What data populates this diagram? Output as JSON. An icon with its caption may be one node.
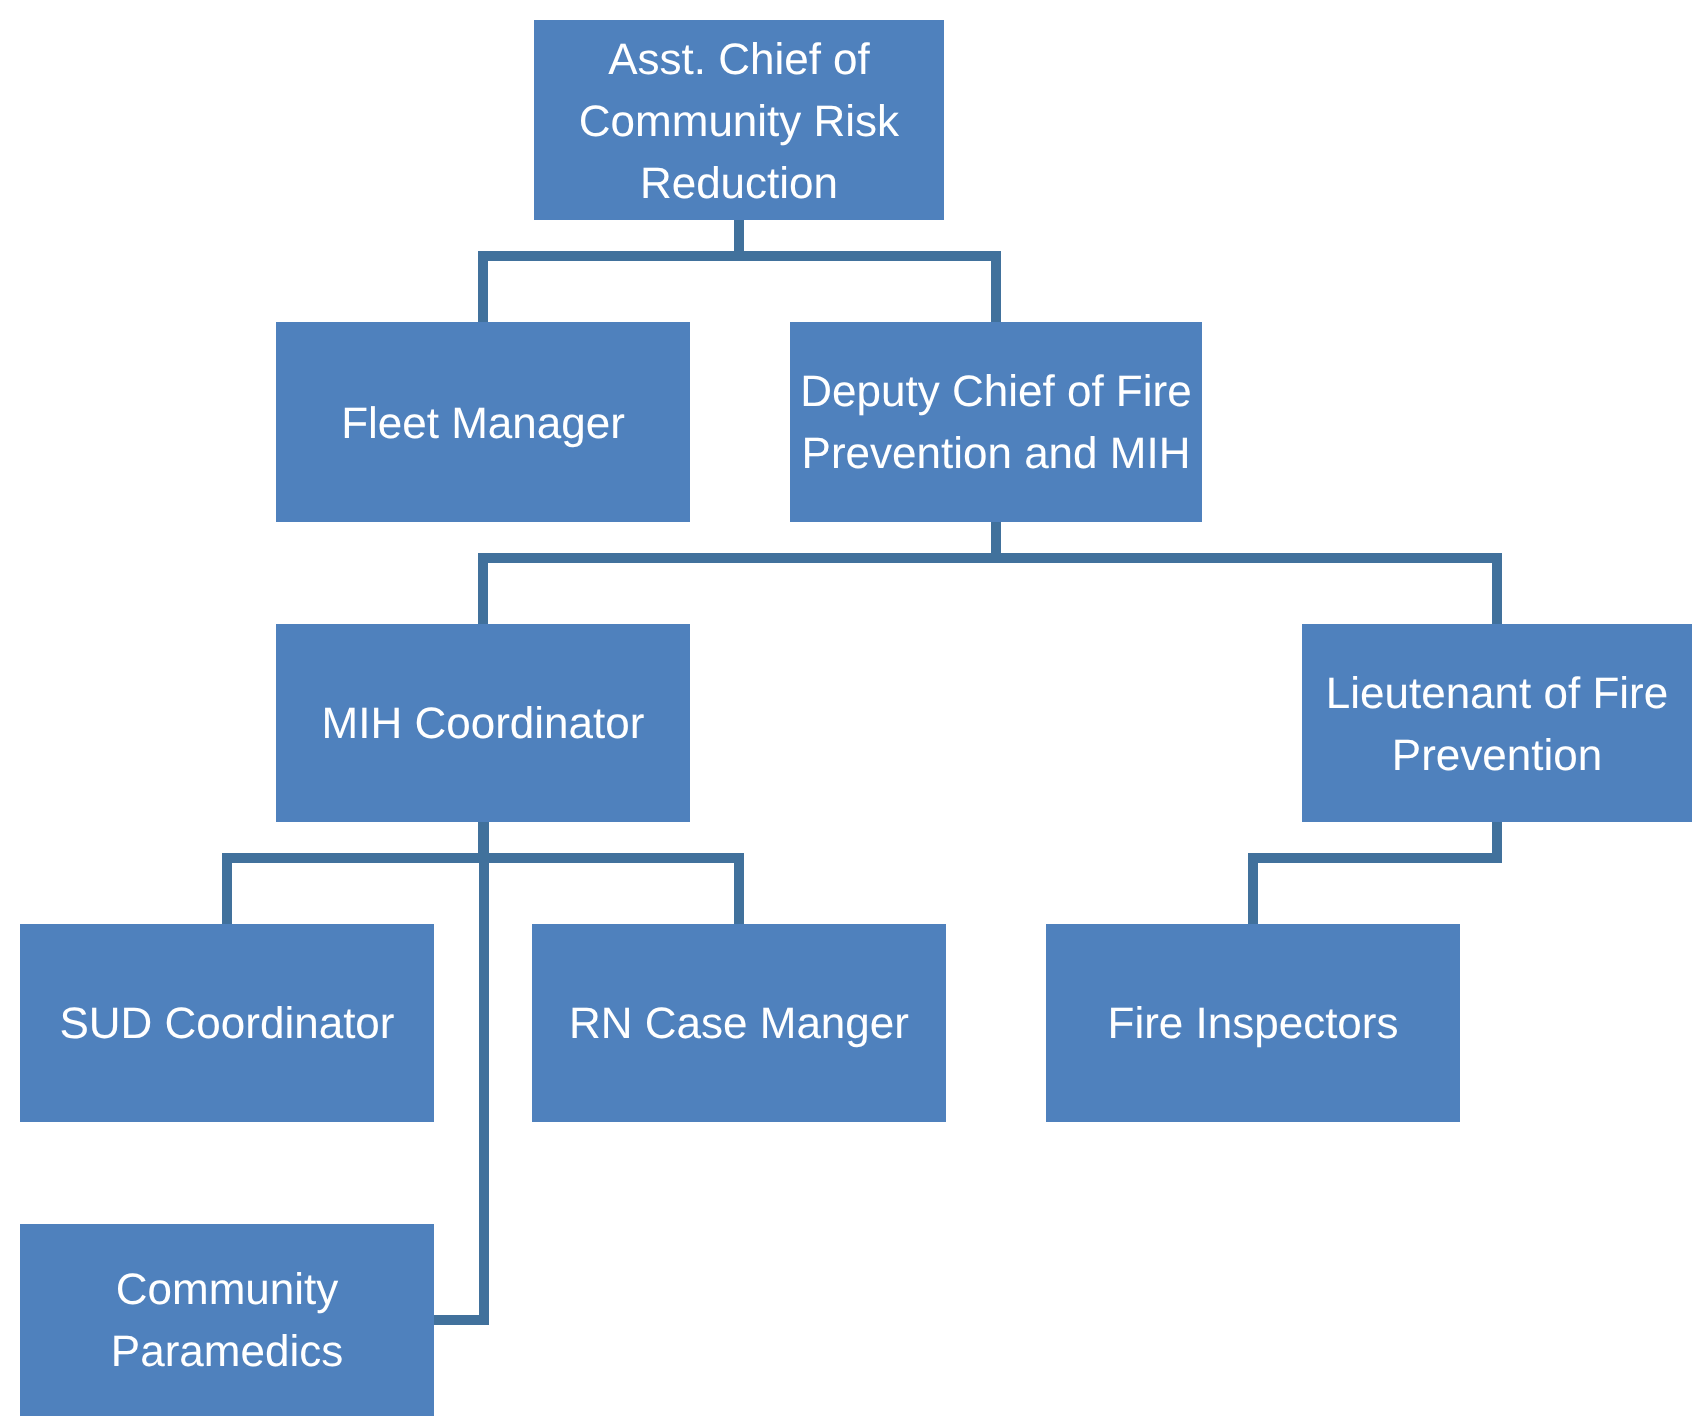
{
  "diagram": {
    "nodes": [
      {
        "text": [
          "Asst. Chief of Community Risk Reduction"
        ]
      },
      {
        "text": [
          "Fleet Manager"
        ]
      },
      {
        "text": [
          "Deputy Chief of Fire Prevention and MIH"
        ]
      },
      {
        "text": [
          "MIH Coordinator"
        ]
      },
      {
        "text": [
          "Lieutenant of Fire Prevention"
        ]
      },
      {
        "text": [
          "SUD Coordinator"
        ]
      },
      {
        "text": [
          "RN Case Manger"
        ]
      },
      {
        "text": [
          "Fire Inspectors"
        ]
      },
      {
        "text": [
          "Community Paramedics"
        ]
      }
    ],
    "edges": [
      {
        "from": 0,
        "to": 1,
        "arrow": "none"
      },
      {
        "from": 0,
        "to": 2,
        "arrow": "none"
      },
      {
        "from": 2,
        "to": 3,
        "arrow": "none"
      },
      {
        "from": 2,
        "to": 4,
        "arrow": "none"
      },
      {
        "from": 3,
        "to": 5,
        "arrow": "none"
      },
      {
        "from": 3,
        "to": 6,
        "arrow": "none"
      },
      {
        "from": 3,
        "to": 8,
        "arrow": "none"
      },
      {
        "from": 4,
        "to": 7,
        "arrow": "none"
      }
    ]
  }
}
